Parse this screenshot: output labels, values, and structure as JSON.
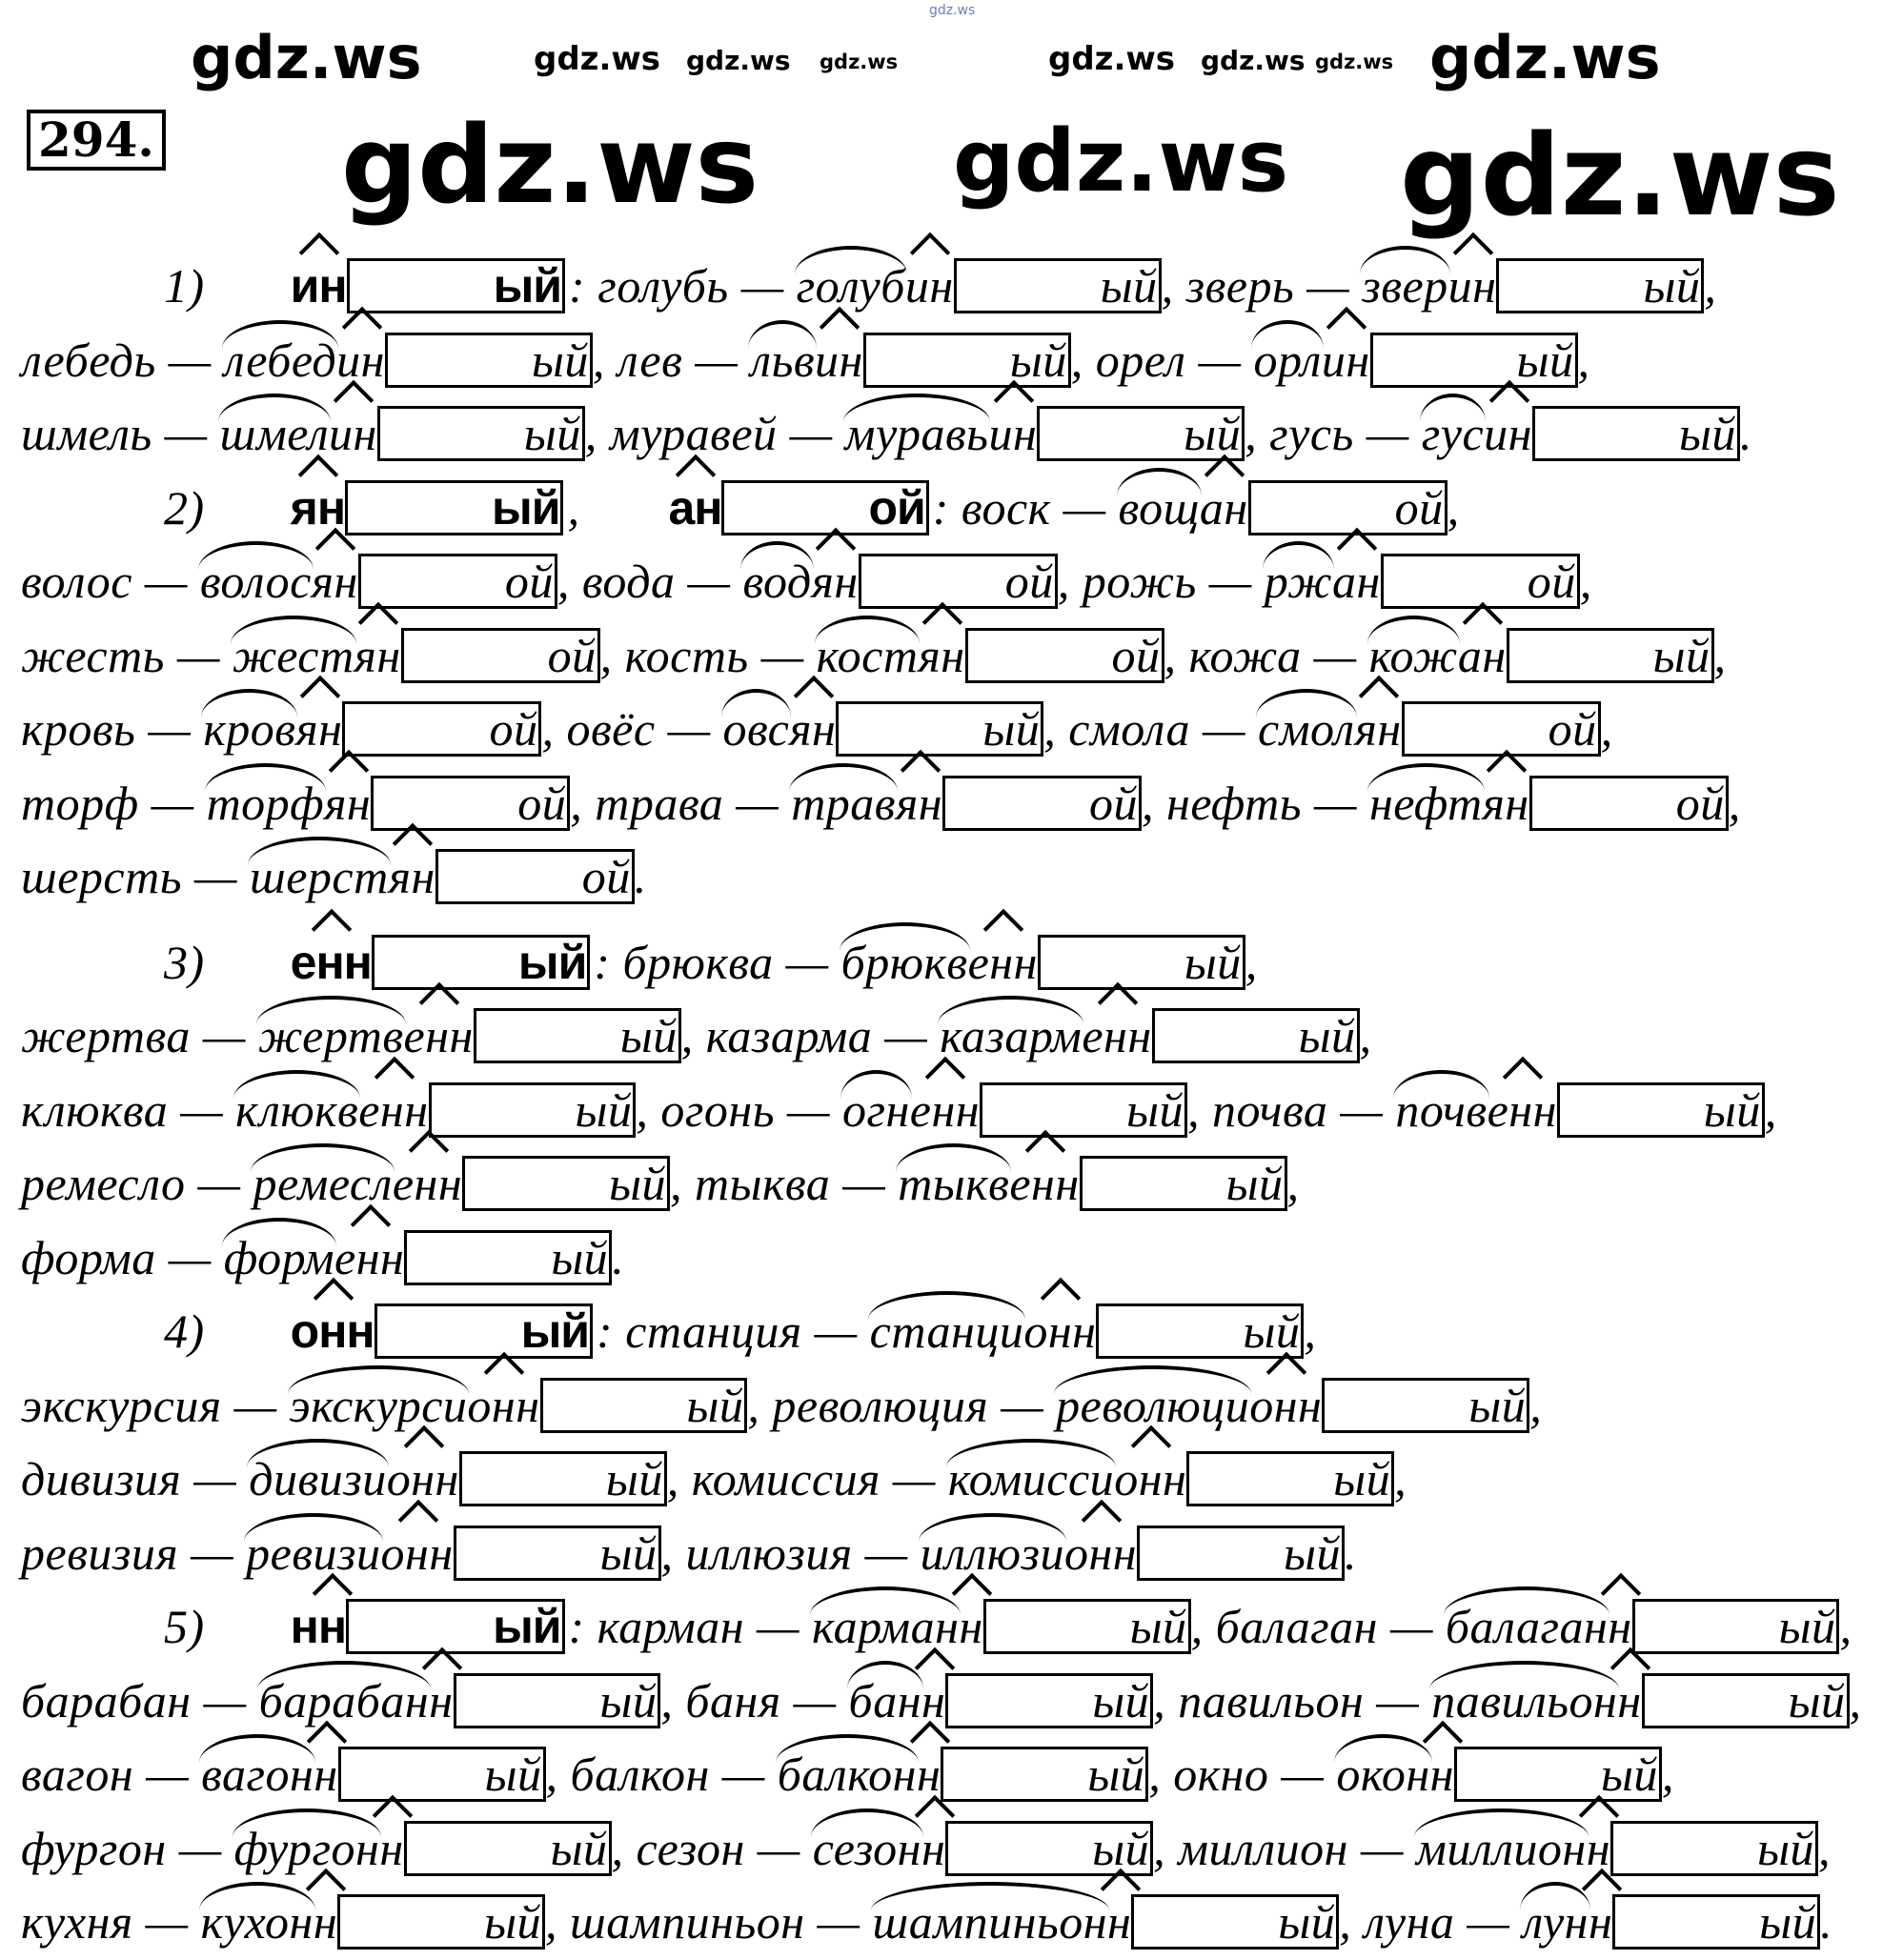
{
  "exercise_number": "294.",
  "watermark": "gdz.ws",
  "sections": [
    {
      "label": "1)",
      "headers": [
        {
          "suffix": "ин",
          "ending": "ый"
        }
      ],
      "pairs": [
        [
          "голубь",
          "голуб",
          "ин",
          "ый"
        ],
        [
          "зверь",
          "звер",
          "ин",
          "ый"
        ],
        [
          "лебедь",
          "лебед",
          "ин",
          "ый"
        ],
        [
          "лев",
          "льв",
          "ин",
          "ый"
        ],
        [
          "орел",
          "орл",
          "ин",
          "ый"
        ],
        [
          "шмель",
          "шмел",
          "ин",
          "ый"
        ],
        [
          "муравей",
          "муравь",
          "ин",
          "ый"
        ],
        [
          "гусь",
          "гус",
          "ин",
          "ый"
        ]
      ]
    },
    {
      "label": "2)",
      "headers": [
        {
          "suffix": "ян",
          "ending": "ый"
        },
        {
          "suffix": "ан",
          "ending": "ой"
        }
      ],
      "pairs": [
        [
          "воск",
          "вощ",
          "ан",
          "ой"
        ],
        [
          "волос",
          "волос",
          "ян",
          "ой"
        ],
        [
          "вода",
          "вод",
          "ян",
          "ой"
        ],
        [
          "рожь",
          "рж",
          "ан",
          "ой"
        ],
        [
          "жесть",
          "жест",
          "ян",
          "ой"
        ],
        [
          "кость",
          "кост",
          "ян",
          "ой"
        ],
        [
          "кожа",
          "кож",
          "ан",
          "ый"
        ],
        [
          "кровь",
          "кров",
          "ян",
          "ой"
        ],
        [
          "овёс",
          "овс",
          "ян",
          "ый"
        ],
        [
          "смола",
          "смол",
          "ян",
          "ой"
        ],
        [
          "торф",
          "торф",
          "ян",
          "ой"
        ],
        [
          "трава",
          "трав",
          "ян",
          "ой"
        ],
        [
          "нефть",
          "нефт",
          "ян",
          "ой"
        ],
        [
          "шерсть",
          "шерст",
          "ян",
          "ой"
        ]
      ]
    },
    {
      "label": "3)",
      "headers": [
        {
          "suffix": "енн",
          "ending": "ый"
        }
      ],
      "pairs": [
        [
          "брюква",
          "брюкв",
          "енн",
          "ый"
        ],
        [
          "жертва",
          "жертв",
          "енн",
          "ый"
        ],
        [
          "казарма",
          "казарм",
          "енн",
          "ый"
        ],
        [
          "клюква",
          "клюкв",
          "енн",
          "ый"
        ],
        [
          "огонь",
          "огн",
          "енн",
          "ый"
        ],
        [
          "почва",
          "почв",
          "енн",
          "ый"
        ],
        [
          "ремесло",
          "ремесл",
          "енн",
          "ый"
        ],
        [
          "тыква",
          "тыкв",
          "енн",
          "ый"
        ],
        [
          "форма",
          "форм",
          "енн",
          "ый"
        ]
      ]
    },
    {
      "label": "4)",
      "headers": [
        {
          "suffix": "онн",
          "ending": "ый"
        }
      ],
      "pairs": [
        [
          "станция",
          "станци",
          "онн",
          "ый"
        ],
        [
          "экскурсия",
          "экскурси",
          "онн",
          "ый"
        ],
        [
          "революция",
          "революци",
          "онн",
          "ый"
        ],
        [
          "дивизия",
          "дивизи",
          "онн",
          "ый"
        ],
        [
          "комиссия",
          "комисси",
          "онн",
          "ый"
        ],
        [
          "ревизия",
          "ревизи",
          "онн",
          "ый"
        ],
        [
          "иллюзия",
          "иллюзи",
          "онн",
          "ый"
        ]
      ]
    },
    {
      "label": "5)",
      "headers": [
        {
          "lead": "н",
          "suffix": "н",
          "ending": "ый"
        }
      ],
      "pairs": [
        [
          "карман",
          "карман",
          "н",
          "ый"
        ],
        [
          "балаган",
          "балаган",
          "н",
          "ый"
        ],
        [
          "барабан",
          "барабан",
          "н",
          "ый"
        ],
        [
          "баня",
          "бан",
          "н",
          "ый"
        ],
        [
          "павильон",
          "павильон",
          "н",
          "ый"
        ],
        [
          "вагон",
          "вагон",
          "н",
          "ый"
        ],
        [
          "балкон",
          "балкон",
          "н",
          "ый"
        ],
        [
          "окно",
          "окон",
          "н",
          "ый"
        ],
        [
          "фургон",
          "фургон",
          "н",
          "ый"
        ],
        [
          "сезон",
          "сезон",
          "н",
          "ый"
        ],
        [
          "миллион",
          "миллион",
          "н",
          "ый"
        ],
        [
          "кухня",
          "кухон",
          "н",
          "ый"
        ],
        [
          "шампиньон",
          "шампиньон",
          "н",
          "ый"
        ],
        [
          "луна",
          "лун",
          "н",
          "ый"
        ]
      ]
    }
  ]
}
